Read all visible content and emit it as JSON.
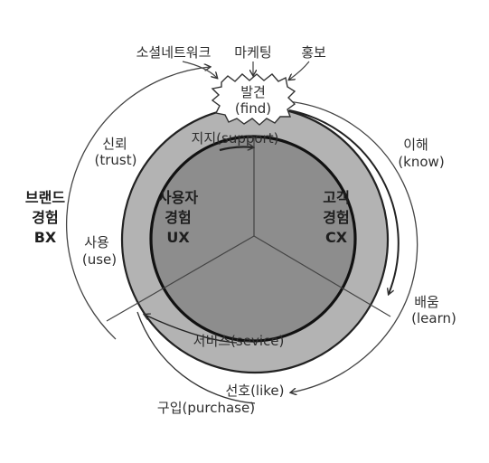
{
  "top_labels": {
    "social_network": "소셜네트워크",
    "marketing": "마케팅",
    "pr": "홍보"
  },
  "discovery": {
    "ko": "발견",
    "en": "(find)"
  },
  "support": "지지(support)",
  "service": "서비스(sevice)",
  "ux": {
    "line1": "사용자",
    "line2": "경험",
    "abbr": "UX"
  },
  "cx": {
    "line1": "고객",
    "line2": "경험",
    "abbr": "CX"
  },
  "bx": {
    "line1": "브랜드",
    "line2": "경험",
    "abbr": "BX"
  },
  "left_stages": {
    "trust_ko": "신뢰",
    "trust_en": "(trust)",
    "use_ko": "사용",
    "use_en": "(use)"
  },
  "right_stages": {
    "know_ko": "이해",
    "know_en": "(know)",
    "learn_ko": "배움",
    "learn_en": "(learn)"
  },
  "bottom_stages": {
    "like": "선호(like)",
    "purchase": "구입(purchase)"
  },
  "colors": {
    "outer_circle": "#b3b3b3",
    "inner_circle": "#8d8d8d",
    "stroke": "#222222"
  }
}
